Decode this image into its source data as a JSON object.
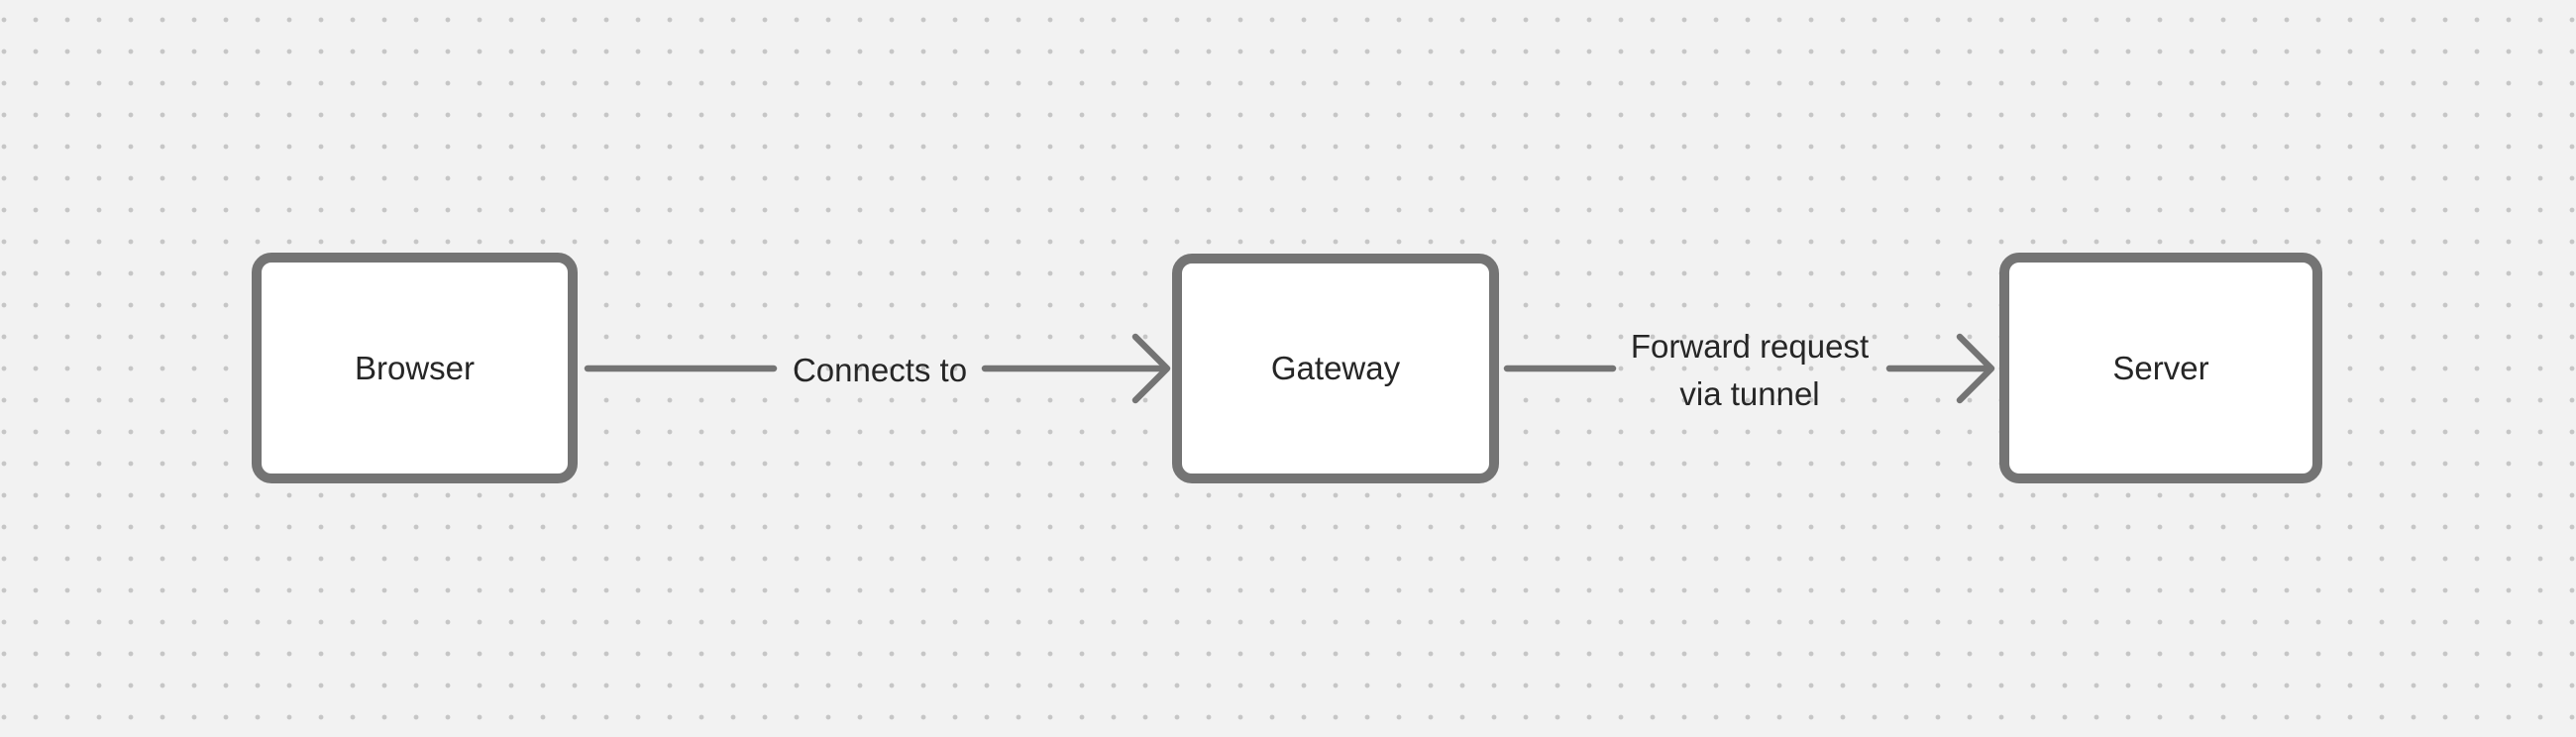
{
  "canvas": {
    "background": "#f2f2f2",
    "dot_color": "#c6c6c6"
  },
  "palette": {
    "stroke": "#747474",
    "text": "#262626",
    "node_fill": "#ffffff"
  },
  "nodes": [
    {
      "label": "Browser"
    },
    {
      "label": "Gateway"
    },
    {
      "label": "Server"
    }
  ],
  "edges": [
    {
      "from": "Browser",
      "to": "Gateway",
      "label": "Connects to"
    },
    {
      "from": "Gateway",
      "to": "Server",
      "label": "Forward request via tunnel",
      "label_line1": "Forward request",
      "label_line2": "via tunnel"
    }
  ]
}
